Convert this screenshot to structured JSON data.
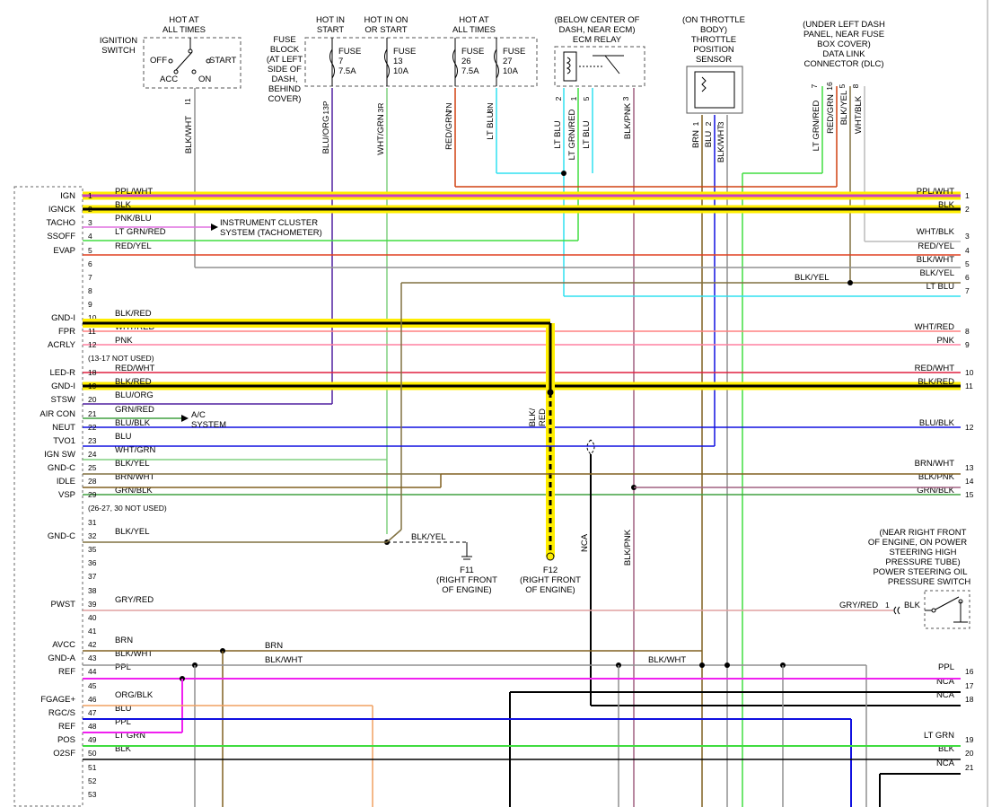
{
  "top_labels": {
    "ignition_hot": [
      "HOT AT",
      "ALL TIMES"
    ],
    "ignition_switch": [
      "IGNITION",
      "SWITCH"
    ],
    "ign_off": "OFF",
    "ign_acc": "ACC",
    "ign_start": "START",
    "ign_on": "ON",
    "ign_pin": "I1",
    "hot_in_start": [
      "HOT IN",
      "START"
    ],
    "hot_in_on_or_start": [
      "HOT IN ON",
      "OR START"
    ],
    "hot_at_all_times_2": [
      "HOT AT",
      "ALL TIMES"
    ],
    "fuse_block": [
      "FUSE",
      "BLOCK",
      "(AT LEFT",
      "SIDE OF",
      "DASH,",
      "BEHIND",
      "COVER)"
    ],
    "fuses": [
      {
        "name": "FUSE",
        "num": "7",
        "amp": "7.5A",
        "pin": "13P"
      },
      {
        "name": "FUSE",
        "num": "13",
        "amp": "10A",
        "pin": "3R"
      },
      {
        "name": "FUSE",
        "num": "26",
        "amp": "7.5A",
        "pin": "7N"
      },
      {
        "name": "FUSE",
        "num": "27",
        "amp": "10A",
        "pin": "8N"
      }
    ],
    "ecm_relay": [
      "(BELOW CENTER OF",
      "DASH, NEAR ECM)",
      "ECM RELAY"
    ],
    "ecm_relay_pins": [
      "2",
      "1",
      "5",
      "3"
    ],
    "tps": [
      "(ON THROTTLE",
      "BODY)",
      "THROTTLE",
      "POSITION",
      "SENSOR"
    ],
    "tps_pins": [
      "1",
      "2",
      "3"
    ],
    "dlc": [
      "(UNDER LEFT DASH",
      "PANEL, NEAR FUSE",
      "BOX COVER)",
      "DATA LINK",
      "CONNECTOR (DLC)"
    ],
    "dlc_pins": [
      "7",
      "16",
      "5",
      "8"
    ]
  },
  "vertical_wire_labels": {
    "blk_wht": "BLK/WHT",
    "blu_org": "BLU/ORG",
    "wht_grn": "WHT/GRN",
    "red_grn": "RED/GRN",
    "lt_blu": "LT BLU",
    "ecm_lt_blu": "LT BLU",
    "ecm_lt_grn_red": "LT GRN/RED",
    "ecm_lt_blu2": "LT BLU",
    "ecm_blk_pnk": "BLK/PNK",
    "tps_brn": "BRN",
    "tps_blu": "BLU",
    "tps_blk_wht": "BLK/WHT",
    "dlc_lt_grn_red": "LT GRN/RED",
    "dlc_red_grn": "RED/GRN",
    "dlc_blk_yel": "BLK/YEL",
    "dlc_wht_blk": "WHT/BLK",
    "blk_red_mid": [
      "BLK/",
      "RED"
    ],
    "nca_mid": "NCA",
    "blk_pnk_mid": "BLK/PNK"
  },
  "ecm_rows": [
    {
      "name": "IGN",
      "pin": "1",
      "wire": "PPL/WHT",
      "rname": "PPL/WHT",
      "rnum": "1"
    },
    {
      "name": "IGNCK",
      "pin": "2",
      "wire": "BLK",
      "rname": "BLK",
      "rnum": "2"
    },
    {
      "name": "TACHO",
      "pin": "3",
      "wire": "PNK/BLU",
      "rname": "",
      "rnum": ""
    },
    {
      "name": "SSOFF",
      "pin": "4",
      "wire": "LT GRN/RED",
      "rname": "WHT/BLK",
      "rnum": "3"
    },
    {
      "name": "EVAP",
      "pin": "5",
      "wire": "RED/YEL",
      "rname": "RED/YEL",
      "rnum": "4"
    },
    {
      "name": "",
      "pin": "6",
      "wire": "",
      "rname": "BLK/WHT",
      "rnum": "5"
    },
    {
      "name": "",
      "pin": "7",
      "wire": "",
      "rname": "BLK/YEL",
      "rnum": "6"
    },
    {
      "name": "",
      "pin": "8",
      "wire": "",
      "rname": "LT BLU",
      "rnum": "7"
    },
    {
      "name": "",
      "pin": "9",
      "wire": "",
      "rname": "",
      "rnum": ""
    },
    {
      "name": "GND-I",
      "pin": "10",
      "wire": "BLK/RED",
      "rname": "",
      "rnum": ""
    },
    {
      "name": "FPR",
      "pin": "11",
      "wire": "WHT/RED",
      "rname": "WHT/RED",
      "rnum": "8"
    },
    {
      "name": "ACRLY",
      "pin": "12",
      "wire": "PNK",
      "rname": "PNK",
      "rnum": "9"
    },
    {
      "name": "",
      "pin": "(13-17 NOT USED)",
      "wire": "",
      "rname": "",
      "rnum": ""
    },
    {
      "name": "LED-R",
      "pin": "18",
      "wire": "RED/WHT",
      "rname": "RED/WHT",
      "rnum": "10"
    },
    {
      "name": "GND-I",
      "pin": "19",
      "wire": "BLK/RED",
      "rname": "BLK/RED",
      "rnum": "11"
    },
    {
      "name": "STSW",
      "pin": "20",
      "wire": "BLU/ORG",
      "rname": "",
      "rnum": ""
    },
    {
      "name": "AIR CON",
      "pin": "21",
      "wire": "GRN/RED",
      "rname": "",
      "rnum": ""
    },
    {
      "name": "NEUT",
      "pin": "22",
      "wire": "BLU/BLK",
      "rname": "BLU/BLK",
      "rnum": "12"
    },
    {
      "name": "TVO1",
      "pin": "23",
      "wire": "BLU",
      "rname": "",
      "rnum": ""
    },
    {
      "name": "IGN SW",
      "pin": "24",
      "wire": "WHT/GRN",
      "rname": "",
      "rnum": ""
    },
    {
      "name": "GND-C",
      "pin": "25",
      "wire": "BLK/YEL",
      "rname": "BRN/WHT",
      "rnum": "13"
    },
    {
      "name": "IDLE",
      "pin": "28",
      "wire": "BRN/WHT",
      "rname": "BLK/PNK",
      "rnum": "14"
    },
    {
      "name": "VSP",
      "pin": "29",
      "wire": "GRN/BLK",
      "rname": "GRN/BLK",
      "rnum": "15"
    },
    {
      "name": "",
      "pin": "(26-27, 30 NOT USED)",
      "wire": "",
      "rname": "",
      "rnum": ""
    },
    {
      "name": "",
      "pin": "31",
      "wire": "",
      "rname": "",
      "rnum": ""
    },
    {
      "name": "GND-C",
      "pin": "32",
      "wire": "BLK/YEL",
      "rname": "",
      "rnum": ""
    },
    {
      "name": "",
      "pin": "35",
      "wire": "",
      "rname": "",
      "rnum": ""
    },
    {
      "name": "",
      "pin": "36",
      "wire": "",
      "rname": "",
      "rnum": ""
    },
    {
      "name": "",
      "pin": "37",
      "wire": "",
      "rname": "",
      "rnum": ""
    },
    {
      "name": "",
      "pin": "38",
      "wire": "",
      "rname": "",
      "rnum": ""
    },
    {
      "name": "PWST",
      "pin": "39",
      "wire": "GRY/RED",
      "rname": "",
      "rnum": ""
    },
    {
      "name": "",
      "pin": "40",
      "wire": "",
      "rname": "",
      "rnum": ""
    },
    {
      "name": "",
      "pin": "41",
      "wire": "",
      "rname": "",
      "rnum": ""
    },
    {
      "name": "AVCC",
      "pin": "42",
      "wire": "BRN",
      "rname": "",
      "rnum": ""
    },
    {
      "name": "GND-A",
      "pin": "43",
      "wire": "BLK/WHT",
      "rname": "",
      "rnum": ""
    },
    {
      "name": "REF",
      "pin": "44",
      "wire": "PPL",
      "rname": "PPL",
      "rnum": "16"
    },
    {
      "name": "",
      "pin": "45",
      "wire": "",
      "rname": "NCA",
      "rnum": "17"
    },
    {
      "name": "FGAGE+",
      "pin": "46",
      "wire": "ORG/BLK",
      "rname": "NCA",
      "rnum": "18"
    },
    {
      "name": "RGC/S",
      "pin": "47",
      "wire": "BLU",
      "rname": "",
      "rnum": ""
    },
    {
      "name": "REF",
      "pin": "48",
      "wire": "PPL",
      "rname": "",
      "rnum": ""
    },
    {
      "name": "POS",
      "pin": "49",
      "wire": "LT GRN",
      "rname": "LT GRN",
      "rnum": "19"
    },
    {
      "name": "O2SF",
      "pin": "50",
      "wire": "BLK",
      "rname": "BLK",
      "rnum": "20"
    },
    {
      "name": "",
      "pin": "51",
      "wire": "",
      "rname": "NCA",
      "rnum": "21"
    },
    {
      "name": "",
      "pin": "52",
      "wire": "",
      "rname": "",
      "rnum": ""
    },
    {
      "name": "",
      "pin": "53",
      "wire": "",
      "rname": "",
      "rnum": ""
    }
  ],
  "side_notes": {
    "tacho_target": [
      "INSTRUMENT CLUSTER",
      "SYSTEM (TACHOMETER)"
    ],
    "ac_target": [
      "A/C",
      "SYSTEM"
    ],
    "blk_yel_right": "BLK/YEL",
    "blk_yel_mid": "BLK/YEL",
    "brn_mid": "BRN",
    "blk_wht_mid": "BLK/WHT",
    "blk_wht_mid2": "BLK/WHT"
  },
  "grounds": {
    "f11": [
      "F11",
      "(RIGHT FRONT",
      "OF ENGINE)"
    ],
    "f12": [
      "F12",
      "(RIGHT FRONT",
      "OF ENGINE)"
    ]
  },
  "pwr_steering": {
    "label": [
      "(NEAR RIGHT FRONT",
      "OF ENGINE, ON POWER",
      "STEERING HIGH",
      "PRESSURE TUBE)",
      "POWER STEERING OIL",
      "PRESSURE SWITCH"
    ],
    "wire": "GRY/RED",
    "pin": "1",
    "blk": "BLK"
  },
  "colors": {
    "ppl_wht": "#c83cc8",
    "yellow": "#ffee00",
    "black": "#000000",
    "pnk_blu": "#e070e0",
    "lt_grn": "#40dd40",
    "red_yel": "#e04020",
    "blu": "#1010e0",
    "lt_blu": "#30e0f0",
    "pnk": "#ff80a0",
    "red_wht": "#e02040",
    "grn": "#40a040",
    "brn": "#806020",
    "gry": "#909090",
    "ppl": "#f020f0",
    "org": "#f0a060",
    "wht_grn": "#80d080",
    "blk_yel": "#807040",
    "blk_pnk": "#a06080"
  }
}
